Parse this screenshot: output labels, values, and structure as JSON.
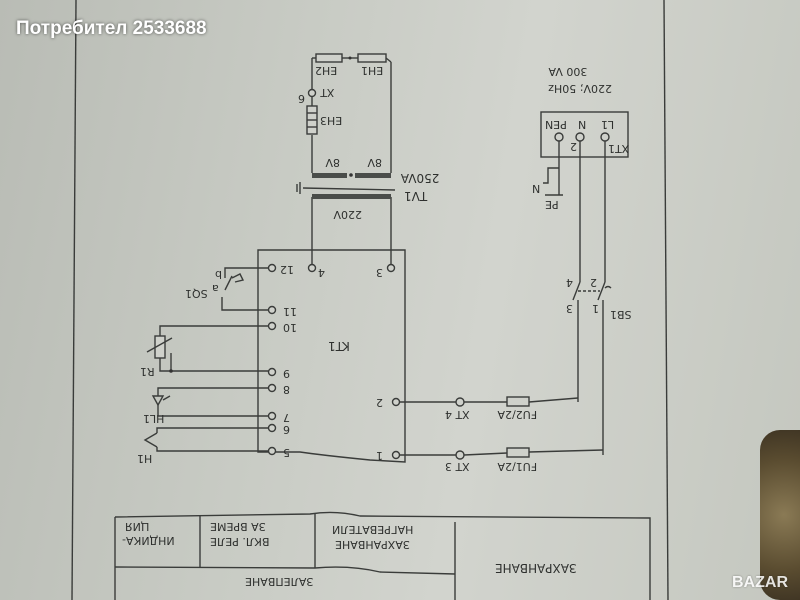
{
  "watermark": "Потребител 2533688",
  "logo": "BAZAR",
  "supply": {
    "voltage": "220V; 50Hz",
    "power": "300 VA"
  },
  "terminal_block": {
    "name": "XT1",
    "pins": [
      "L1",
      "N",
      "PEN"
    ],
    "pin_numbers": [
      "1",
      "2"
    ]
  },
  "pe": {
    "pe": "PE",
    "n": "N"
  },
  "transformer": {
    "name": "TV1",
    "rating": "250VA",
    "primary": "220V",
    "secondary_left": "8V",
    "secondary_right": "8V"
  },
  "heaters": {
    "eh1": "EH1",
    "eh2": "EH2",
    "eh3": "EH3",
    "xt6": "XT",
    "xt6_num": "6"
  },
  "relay": {
    "name": "KT1",
    "pins": [
      "1",
      "2",
      "3",
      "4",
      "5",
      "6",
      "7",
      "8",
      "9",
      "10",
      "11",
      "12"
    ]
  },
  "switch": {
    "name": "SB1",
    "contacts": [
      "1",
      "2",
      "3",
      "4"
    ]
  },
  "fuses": {
    "fu1": "FU1/2A",
    "fu2": "FU2/2A"
  },
  "connectors": {
    "xt3": "XT 3",
    "xt4": "XT 4"
  },
  "components": {
    "r1": "R1",
    "hl1": "HL1",
    "h1": "H1",
    "sq1": "SQ1",
    "sq1_a": "a",
    "sq1_b": "b"
  },
  "table": {
    "indication": "ИНДИКА-",
    "indication2": "ЦИЯ",
    "relay_on": "ВКЛ. РЕЛЕ",
    "relay_on2": "ЗА ВРЕМЕ",
    "heaters_supply": "ЗАХРАНВАНЕ",
    "heaters_supply2": "НАГРЕВАТЕЛИ",
    "supply": "ЗАХРАНВАНЕ",
    "sealing": "ЗАЛЕПВАНЕ"
  }
}
